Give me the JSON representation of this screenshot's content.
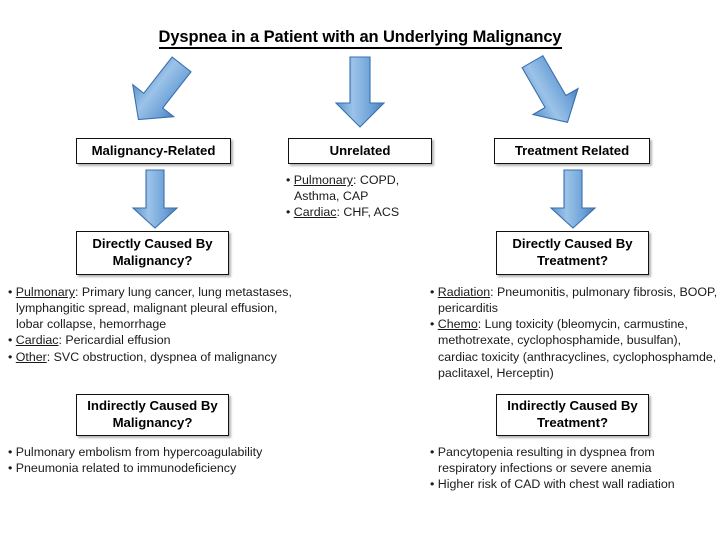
{
  "title": "Dyspnea in a Patient with an Underlying Malignancy",
  "colors": {
    "arrow_fill_light": "#9CC3E8",
    "arrow_fill_mid": "#6FA3D9",
    "arrow_fill_dark": "#4A7EBB",
    "arrow_stroke": "#3A6FAE",
    "box_border": "#111111",
    "text": "#1a1a1a"
  },
  "branches": {
    "malignancy": {
      "header": "Malignancy-Related",
      "direct_box": "Directly Caused By Malignancy?",
      "direct_items": [
        {
          "label": "Pulmonary",
          "text": ": Primary lung cancer, lung metastases, lymphangitic spread, malignant pleural effusion, lobar collapse, hemorrhage"
        },
        {
          "label": "Cardiac",
          "text": ": Pericardial effusion"
        },
        {
          "label": "Other",
          "text": ": SVC obstruction, dyspnea of malignancy"
        }
      ],
      "indirect_box": "Indirectly Caused By Malignancy?",
      "indirect_items": [
        {
          "label": "",
          "text": "Pulmonary embolism from hypercoagulability"
        },
        {
          "label": "",
          "text": "Pneumonia related to immunodeficiency"
        }
      ]
    },
    "unrelated": {
      "header": "Unrelated",
      "items": [
        {
          "label": "Pulmonary",
          "text": ": COPD, Asthma, CAP"
        },
        {
          "label": "Cardiac",
          "text": ": CHF, ACS"
        }
      ]
    },
    "treatment": {
      "header": "Treatment Related",
      "direct_box": "Directly Caused By Treatment?",
      "direct_items": [
        {
          "label": "Radiation",
          "text": ": Pneumonitis, pulmonary fibrosis, BOOP, pericarditis"
        },
        {
          "label": "Chemo",
          "text": ": Lung toxicity (bleomycin, carmustine, methotrexate, cyclophosphamide, busulfan), cardiac toxicity (anthracyclines, cyclophosphamde, paclitaxel, Herceptin)"
        }
      ],
      "indirect_box": "Indirectly Caused By Treatment?",
      "indirect_items": [
        {
          "label": "",
          "text": "Pancytopenia resulting in dyspnea from respiratory infections or severe anemia"
        },
        {
          "label": "",
          "text": "Higher risk of CAD with chest wall radiation"
        }
      ]
    }
  },
  "arrows": {
    "title_to_malignancy": "arrow-down-left",
    "title_to_unrelated": "arrow-down",
    "title_to_treatment": "arrow-down-right",
    "malignancy_to_direct": "arrow-down",
    "treatment_to_direct": "arrow-down"
  }
}
